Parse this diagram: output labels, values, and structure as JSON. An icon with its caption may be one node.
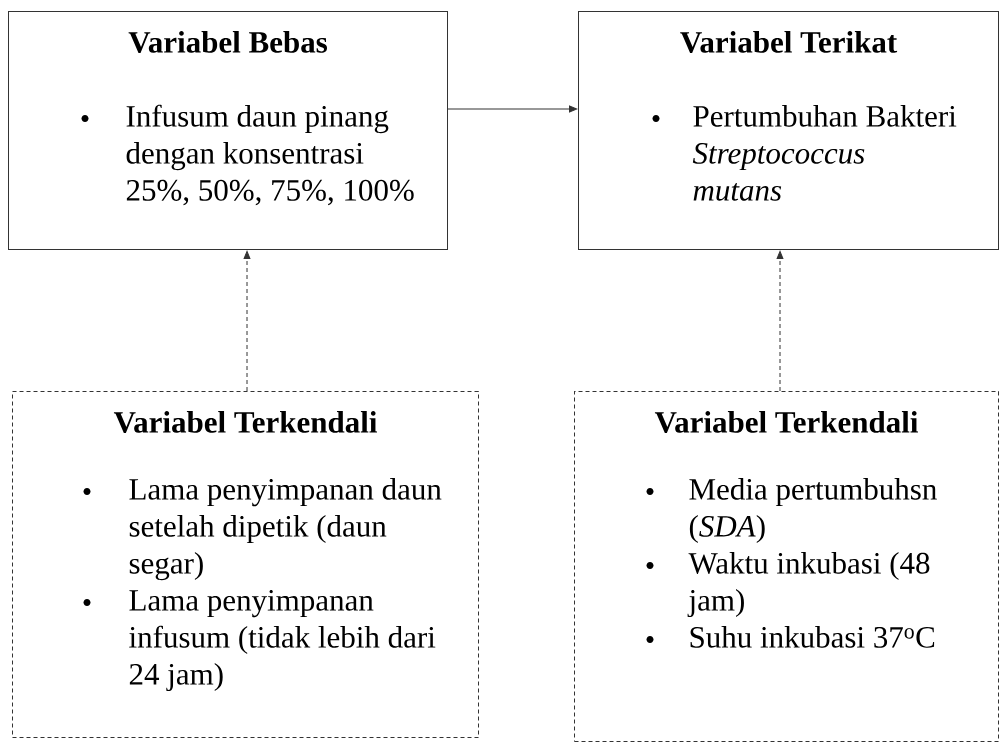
{
  "diagram": {
    "nodes": [
      {
        "text": [
          "Variabel Bebas",
          "Infusum daun pinang dengan konsentrasi 25%, 50%, 75%, 100%"
        ]
      },
      {
        "text": [
          "Variabel Terikat",
          "Pertumbuhan Bakteri *Streptococcus mutans*"
        ]
      },
      {
        "text": [
          "Variabel Terkendali",
          "Lama penyimpanan daun setelah dipetik (daun segar)",
          "Lama penyimpanan infusum (tidak lebih dari 24 jam)"
        ]
      },
      {
        "text": [
          "Variabel Terkendali",
          "Media pertumbuhsn (*SDA*)",
          "Waktu inkubasi (48 jam)",
          "Suhu inkubasi 37$^{o}$C"
        ]
      }
    ],
    "edges": [
      {
        "from": 0,
        "to": 1,
        "arrow": "to"
      },
      {
        "from": 2,
        "to": 0,
        "arrow": "to",
        "style": "dashed"
      },
      {
        "from": 3,
        "to": 1,
        "arrow": "to",
        "style": "dashed"
      }
    ]
  }
}
